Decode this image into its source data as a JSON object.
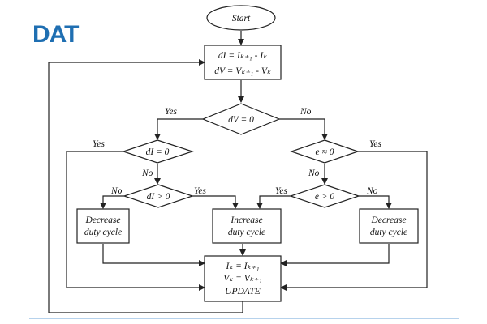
{
  "logo": {
    "text": "DAT",
    "accent_color": "#1f6fb2"
  },
  "flowchart": {
    "start": "Start",
    "compute": {
      "line1": "dI = Iₖ₊₁ - Iₖ",
      "line2": "dV = Vₖ₊₁ - Vₖ"
    },
    "dv_zero": "dV = 0",
    "di_zero": "dI = 0",
    "e_zero": "e ≈ 0",
    "di_pos": "dI > 0",
    "e_pos": "e > 0",
    "decrease_left": {
      "line1": "Decrease",
      "line2": "duty cycle"
    },
    "increase": {
      "line1": "Increase",
      "line2": "duty cycle"
    },
    "decrease_right": {
      "line1": "Decrease",
      "line2": "duty cycle"
    },
    "update": {
      "line1": "Iₖ = Iₖ₊₁",
      "line2": "Vₖ = Vₖ₊₁",
      "line3": "UPDATE"
    },
    "labels": {
      "dv_yes": "Yes",
      "dv_no": "No",
      "di_yes": "Yes",
      "di_no": "No",
      "e_yes": "Yes",
      "e_no": "No",
      "dipos_no": "No",
      "dipos_yes": "Yes",
      "epos_yes": "Yes",
      "epos_no": "No"
    }
  }
}
